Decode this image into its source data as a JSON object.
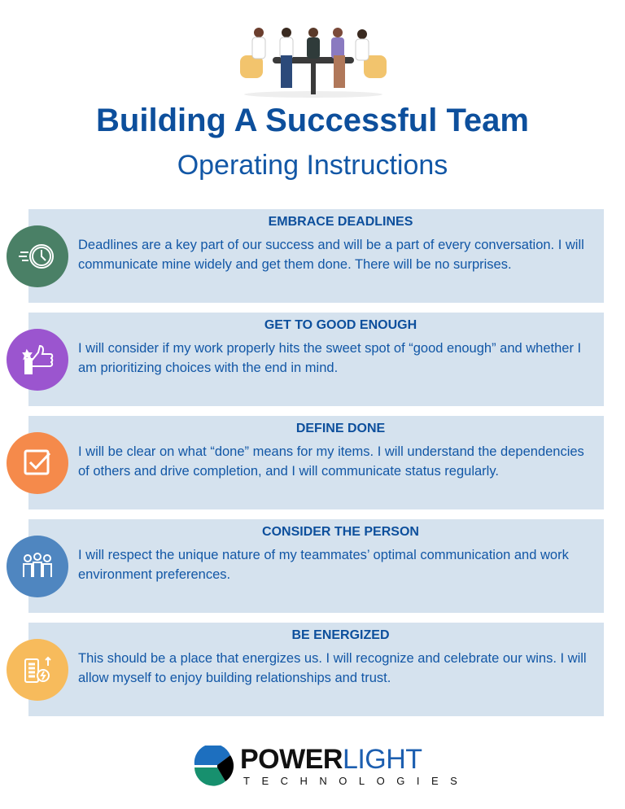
{
  "title": "Building A Successful Team",
  "subtitle": "Operating Instructions",
  "sections": [
    {
      "heading": "EMBRACE DEADLINES",
      "body": "Deadlines are a key part of our success and will be a part of every conversation. I will communicate mine widely and get them done. There will be no surprises.",
      "icon": "clock-icon",
      "color": "#4a8066"
    },
    {
      "heading": "GET TO GOOD ENOUGH",
      "body": "I will consider if my work properly hits the sweet spot of “good enough” and whether I am prioritizing choices with the end in mind.",
      "icon": "thumbs-up-icon",
      "color": "#9b55cf"
    },
    {
      "heading": "DEFINE DONE",
      "body": "I will be clear on what “done” means for my items. I will understand the dependencies of others and drive completion, and I will communicate status regularly.",
      "icon": "checkbox-icon",
      "color": "#f58a4b"
    },
    {
      "heading": "CONSIDER THE PERSON",
      "body": "I will respect the unique nature of my teammates’ optimal communication and work environment preferences.",
      "icon": "team-icon",
      "color": "#4f86c0"
    },
    {
      "heading": "BE ENERGIZED",
      "body": "This should be a place that energizes us. I will recognize and celebrate our wins. I will allow myself to enjoy building relationships and trust.",
      "icon": "battery-energy-icon",
      "color": "#f7bb5c"
    }
  ],
  "logo": {
    "word1": "POWER",
    "word2": "LIGHT",
    "tagline": "TECHNOLOGIES"
  }
}
